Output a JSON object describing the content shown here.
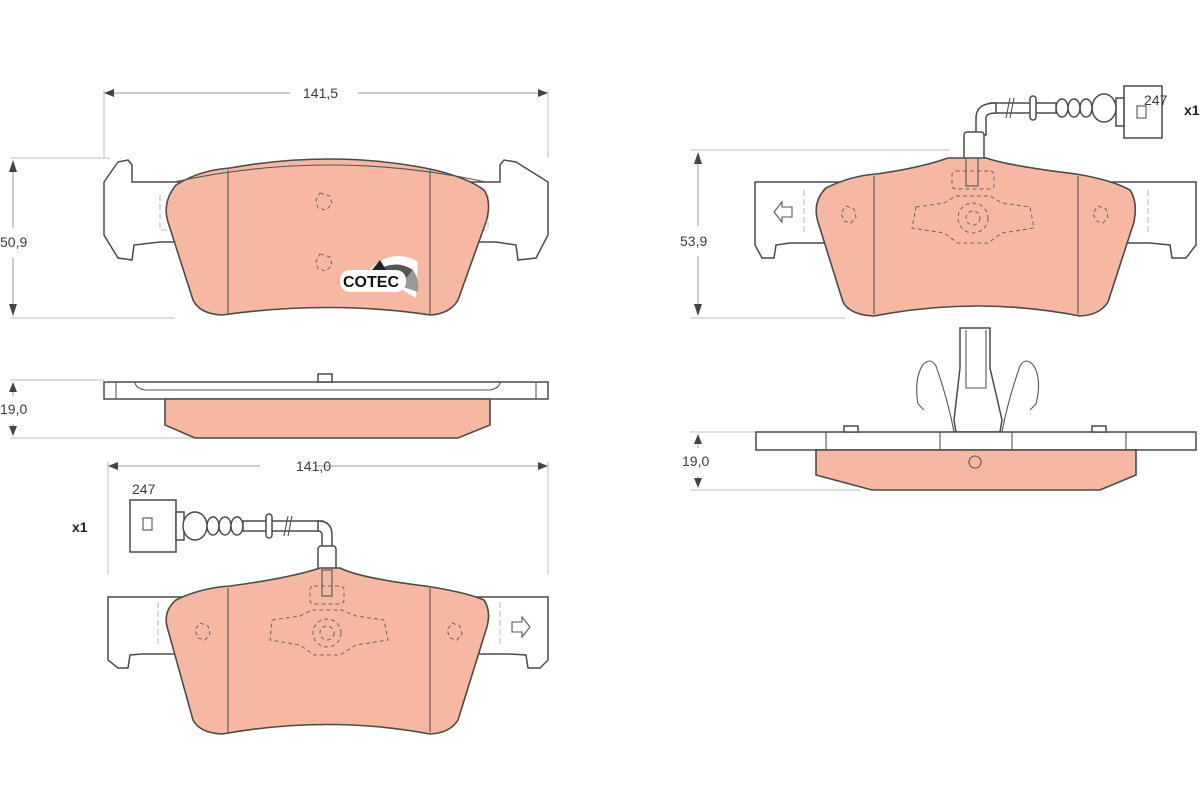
{
  "title": "Brake pad set technical drawing",
  "colors": {
    "friction_material": "#f6b8a2",
    "outline": "#4a4a4a",
    "dimension_line": "#9a9a9a",
    "background": "#ffffff"
  },
  "views": {
    "top_left_front": {
      "width_dim": "141,5",
      "height_dim": "50,9",
      "logo": "COTEC"
    },
    "left_side": {
      "thickness_dim": "19,0"
    },
    "bottom_left_front": {
      "width_dim": "141,0",
      "sensor": {
        "length": "247",
        "quantity": "x1"
      }
    },
    "top_right_front": {
      "height_dim": "53,9",
      "sensor": {
        "length": "247",
        "quantity": "x1"
      }
    },
    "right_side": {
      "thickness_dim": "19,0"
    }
  }
}
